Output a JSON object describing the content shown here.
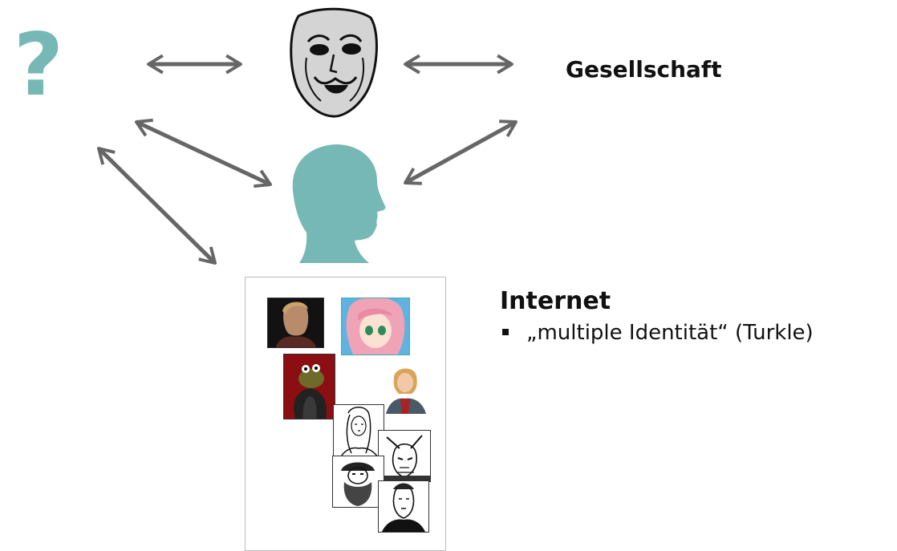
{
  "diagram": {
    "question_mark": "?",
    "society_label": "Gesellschaft",
    "internet": {
      "title": "Internet",
      "bullet": "„multiple Identität“ (Turkle)"
    },
    "icons": {
      "mask": "theater-mask-icon",
      "person": "head-silhouette-icon",
      "arrows": "double-headed-arrow-icon"
    },
    "colors": {
      "accent": "#76b8b5",
      "arrow": "#666666",
      "mask_fill": "#d4d4d4"
    }
  }
}
